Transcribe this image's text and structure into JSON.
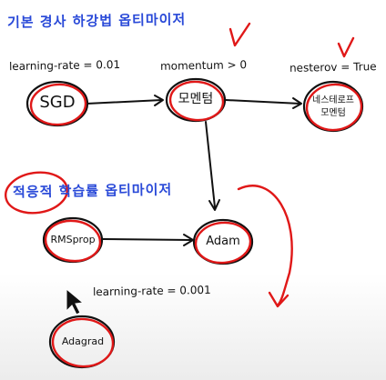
{
  "diagram": {
    "heading_basic": "기본 경사 하강법 옵티마이저",
    "heading_adaptive": "적응적 학습률 옵티마이저",
    "nodes": {
      "sgd": "SGD",
      "momentum": "모멘텀",
      "nesterov": "네스테로프 모멘텀",
      "rmsprop": "RMSprop",
      "adam": "Adam",
      "adagrad": "Adagrad"
    },
    "annotations": {
      "learning_rate_top": "learning-rate = 0.01",
      "momentum_param": "momentum > 0",
      "nesterov_param": "nesterov = True",
      "learning_rate_bottom": "learning-rate = 0.001"
    }
  },
  "colors": {
    "ink": "#111111",
    "blue_marker": "#2a4ad8",
    "red_marker": "#e01818"
  },
  "icons": [
    "arrow-pointer-cursor-icon"
  ]
}
